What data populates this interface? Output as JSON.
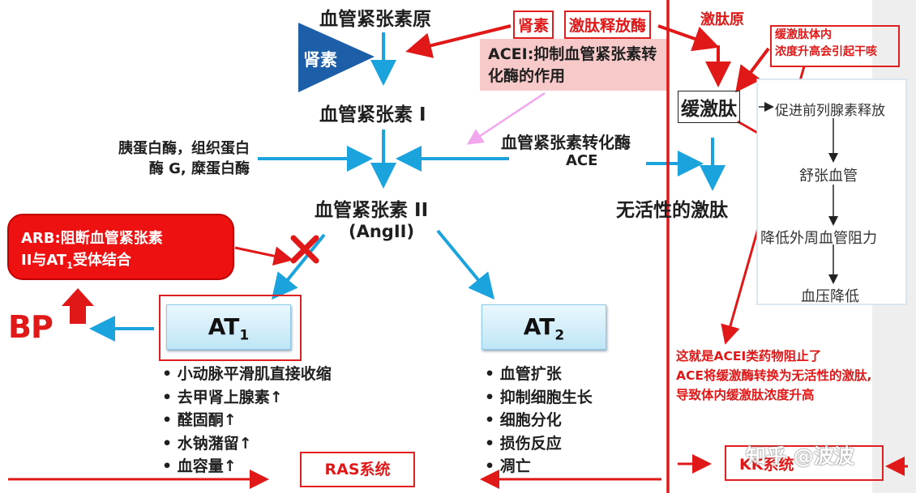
{
  "angiotensinogen": "血管紧张素原",
  "renin_label": "肾素",
  "renin_tag": "肾素",
  "kininogenase_tag": "激肽释放酶",
  "kininogen": "激肽原",
  "acei_note": [
    "ACEI:抑制血管紧张素转",
    "化酶的作用"
  ],
  "angiotensin_1": "血管紧张素 I",
  "other_enzymes": [
    "胰蛋白酶，组织蛋白",
    "酶 G, 糜蛋白酶"
  ],
  "ace_name": "血管紧张素转化酶",
  "ace_abbr": "ACE",
  "angiotensin_2": "血管紧张素 II",
  "angiotensin_2_abbr": "(AngII)",
  "arb_note": [
    "ARB:阻断血管紧张素",
    "II与AT",
    "1",
    "受体结合"
  ],
  "bp_label": "BP",
  "at1": {
    "main": "AT",
    "sub": "1"
  },
  "at2": {
    "main": "AT",
    "sub": "2"
  },
  "at1_effects": [
    "小动脉平滑肌直接收缩",
    "去甲肾上腺素↑",
    "醛固酮↑",
    "水钠潴留↑",
    "血容量↑"
  ],
  "at2_effects": [
    "血管扩张",
    "抑制细胞生长",
    "细胞分化",
    "损伤反应",
    "凋亡"
  ],
  "bradykinin": "缓激肽",
  "inactive_kinin": "无活性的激肽",
  "cough_note": [
    "缓激肽体内",
    "浓度升高会引起干咳"
  ],
  "bk_flow": [
    "促进前列腺素释放",
    "舒张血管",
    "降低外周血管阻力",
    "血压降低"
  ],
  "acei_explain": [
    "这就是ACEI类药物阻止了",
    "ACE将缓激酶转换为无活性的激肽,",
    "导致体内缓激肽浓度升高"
  ],
  "ras_label": "RAS系统",
  "kk_label": "KK系统",
  "watermark": "知乎 @波波",
  "colors": {
    "arrow_blue": "#1aa3dc",
    "red": "#e01818",
    "pink_note": "#f7c3c3",
    "arb_red": "#ee1111"
  }
}
